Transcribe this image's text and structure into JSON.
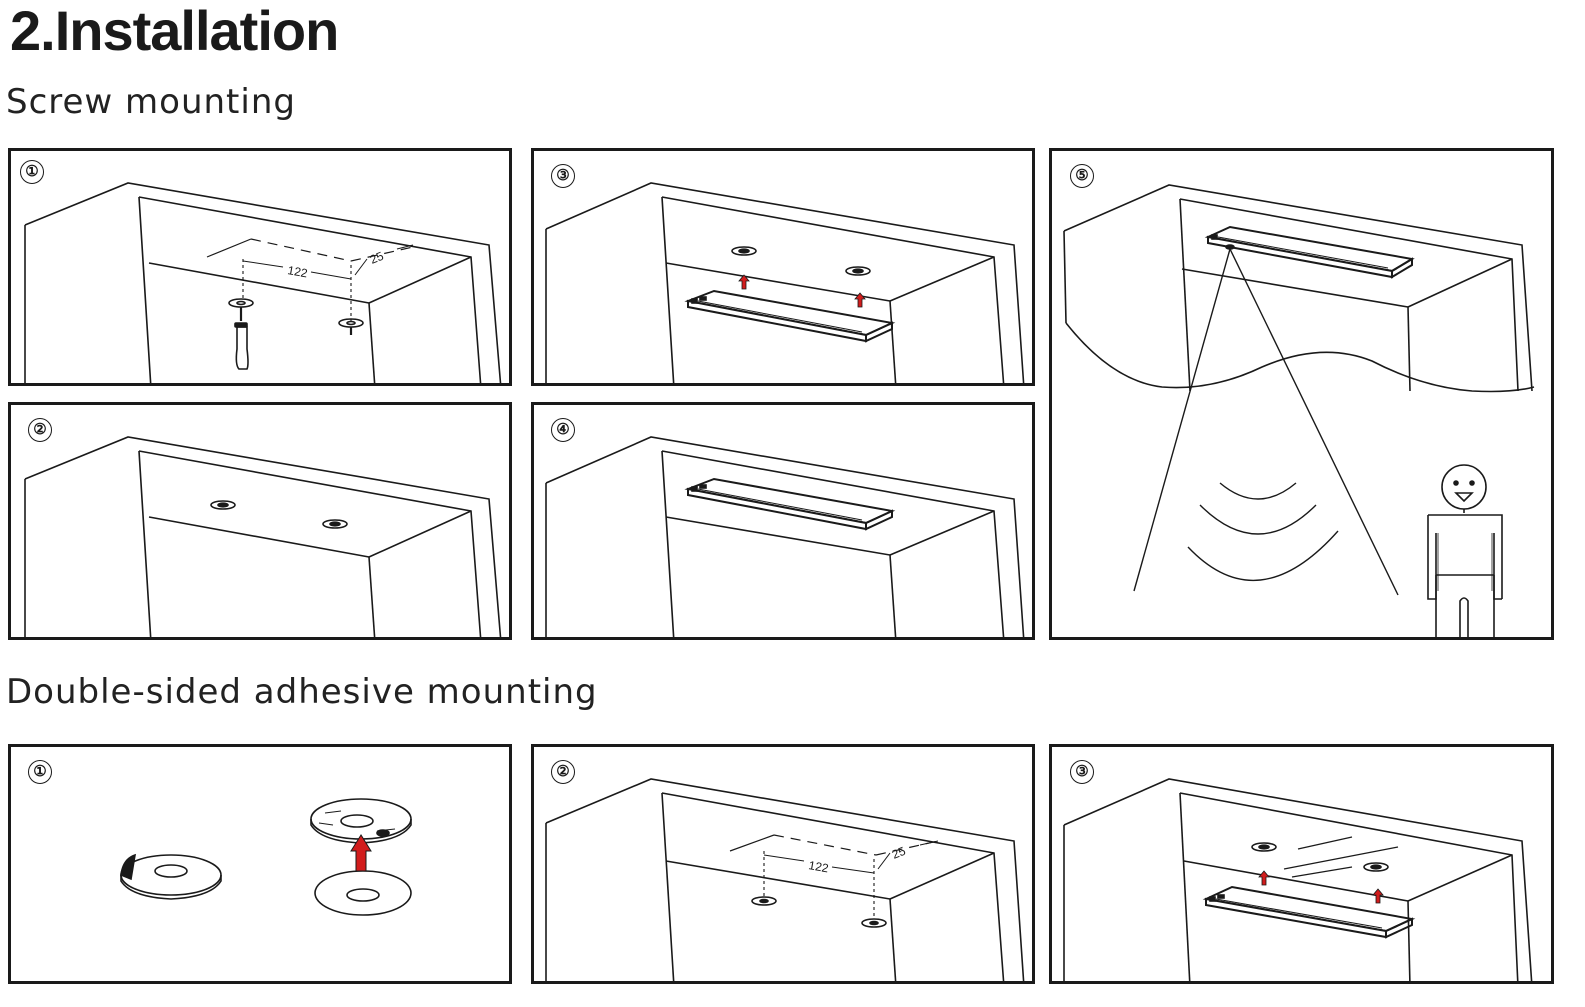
{
  "title": "2.Installation",
  "sections": {
    "screw": "Screw mounting",
    "adhesive": "Double-sided adhesive mounting"
  },
  "screw_steps": [
    "①",
    "②",
    "③",
    "④",
    "⑤"
  ],
  "adhesive_steps": [
    "①",
    "②",
    "③"
  ],
  "dimensions": {
    "spacing": "122",
    "offset": "25"
  },
  "colors": {
    "line": "#1a1a1a",
    "arrow": "#d21c1c"
  }
}
